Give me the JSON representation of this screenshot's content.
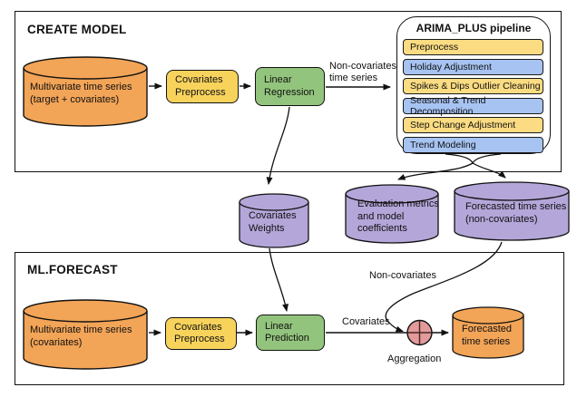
{
  "create_model": {
    "title": "CREATE MODEL",
    "source": "Multivariate time series\n(target + covariates)",
    "preprocess": "Covariates\nPreprocess",
    "regression": "Linear\nRegression",
    "noncov_label": "Non-covariates\ntime series"
  },
  "pipeline": {
    "title": "ARIMA_PLUS pipeline",
    "items": [
      {
        "label": "Preprocess",
        "color": "yellow"
      },
      {
        "label": "Holiday Adjustment",
        "color": "blue"
      },
      {
        "label": "Spikes & Dips Outlier Cleaning",
        "color": "yellow"
      },
      {
        "label": "Seasonal & Trend Decomposition",
        "color": "blue"
      },
      {
        "label": "Step Change Adjustment",
        "color": "yellow"
      },
      {
        "label": "Trend Modeling",
        "color": "blue"
      }
    ]
  },
  "outputs": {
    "covariates_weights": "Covariates\nWeights",
    "evaluation": "Evaluation metrics\nand model\ncoefficients",
    "forecast_noncov": "Forecasted time series\n(non-covariates)"
  },
  "ml_forecast": {
    "title": "ML.FORECAST",
    "source": "Multivariate time series\n(covariates)",
    "preprocess": "Covariates\nPreprocess",
    "prediction": "Linear\nPrediction",
    "covariates_label": "Covariates",
    "noncovariates_label": "Non-covariates",
    "aggregation_label": "Aggregation",
    "forecast": "Forecasted\ntime series"
  },
  "colors": {
    "orange": "#F2A457",
    "yellow_box": "#F8D35C",
    "yellow_row": "#FBDC82",
    "blue_row": "#A6C3F2",
    "green": "#93C47D",
    "purple": "#B4A6D9",
    "aggregation_red": "#E29A9A",
    "line": "#111111"
  }
}
